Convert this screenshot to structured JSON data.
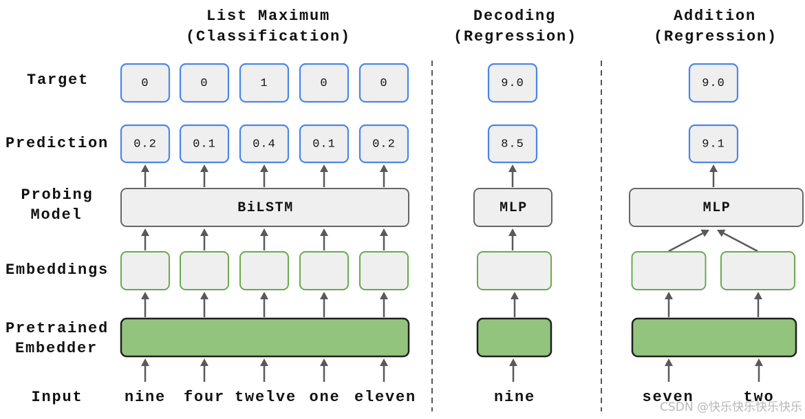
{
  "panels": [
    {
      "title": [
        "List Maximum",
        "(Classification)"
      ],
      "targets": [
        "0",
        "0",
        "1",
        "0",
        "0"
      ],
      "predictions": [
        "0.2",
        "0.1",
        "0.4",
        "0.1",
        "0.2"
      ],
      "probing_model": "BiLSTM",
      "inputs": [
        "nine",
        "four",
        "twelve",
        "one",
        "eleven"
      ]
    },
    {
      "title": [
        "Decoding",
        "(Regression)"
      ],
      "targets": [
        "9.0"
      ],
      "predictions": [
        "8.5"
      ],
      "probing_model": "MLP",
      "inputs": [
        "nine"
      ]
    },
    {
      "title": [
        "Addition",
        "(Regression)"
      ],
      "targets": [
        "9.0"
      ],
      "predictions": [
        "9.1"
      ],
      "probing_model": "MLP",
      "inputs": [
        "seven",
        "two"
      ]
    }
  ],
  "row_labels": {
    "target": "Target",
    "prediction": "Prediction",
    "probing_model": [
      "Probing",
      "Model"
    ],
    "embeddings": "Embeddings",
    "pretrained_embedder": [
      "Pretrained",
      "Embedder"
    ],
    "input": "Input"
  },
  "colors": {
    "value_box_border": "#4a86e8",
    "box_fill": "#efefef",
    "model_border": "#666666",
    "embedding_border": "#6aa84f",
    "embedder_fill": "#93c47d",
    "embedder_border": "#1f1f1f",
    "arrow": "#595959",
    "divider": "#555555"
  },
  "watermark": "CSDN @快乐快乐快乐快乐"
}
